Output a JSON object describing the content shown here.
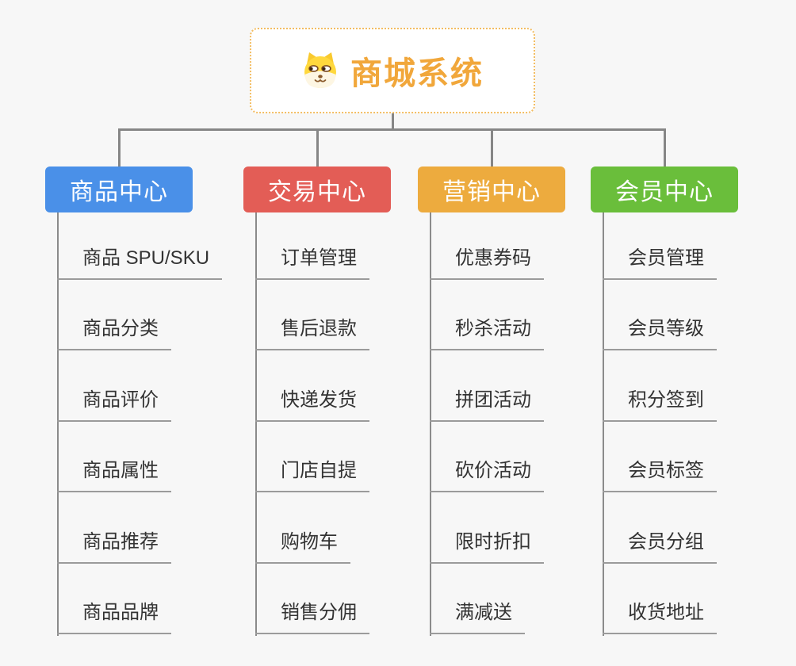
{
  "root": {
    "title": "商城系统",
    "icon": "dog-face-icon"
  },
  "branches": [
    {
      "label": "商品中心",
      "color": "#4a90e8",
      "items": [
        "商品 SPU/SKU",
        "商品分类",
        "商品评价",
        "商品属性",
        "商品推荐",
        "商品品牌"
      ]
    },
    {
      "label": "交易中心",
      "color": "#e35d56",
      "items": [
        "订单管理",
        "售后退款",
        "快递发货",
        "门店自提",
        "购物车",
        "销售分佣"
      ]
    },
    {
      "label": "营销中心",
      "color": "#edab3e",
      "items": [
        "优惠券码",
        "秒杀活动",
        "拼团活动",
        "砍价活动",
        "限时折扣",
        "满减送"
      ]
    },
    {
      "label": "会员中心",
      "color": "#6abe3b",
      "items": [
        "会员管理",
        "会员等级",
        "积分签到",
        "会员标签",
        "会员分组",
        "收货地址"
      ]
    }
  ],
  "colors": {
    "root_accent": "#f1a73b",
    "root_border": "#f3bd62",
    "connector": "#868686",
    "item_text": "#333333",
    "item_underline": "#9b9b9b",
    "background": "#f7f7f7"
  }
}
